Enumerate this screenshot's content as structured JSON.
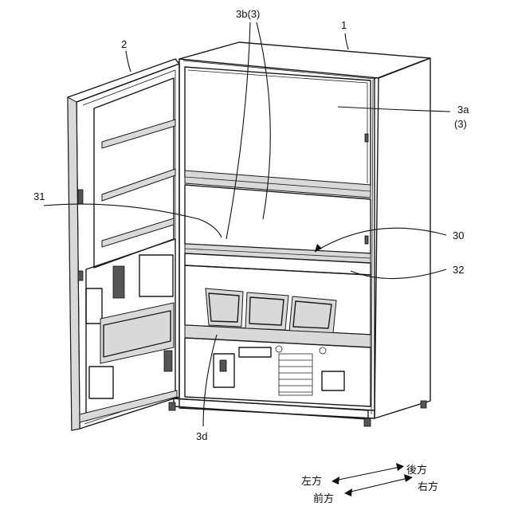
{
  "labels": {
    "l1": "1",
    "l2": "2",
    "l3b": "3b(3)",
    "l3a": "3a",
    "l3a_sub": "(3)",
    "l31": "31",
    "l30": "30",
    "l32": "32",
    "l3d": "3d"
  },
  "directions": {
    "left": "左方",
    "back": "後方",
    "front": "前方",
    "right": "右方"
  }
}
